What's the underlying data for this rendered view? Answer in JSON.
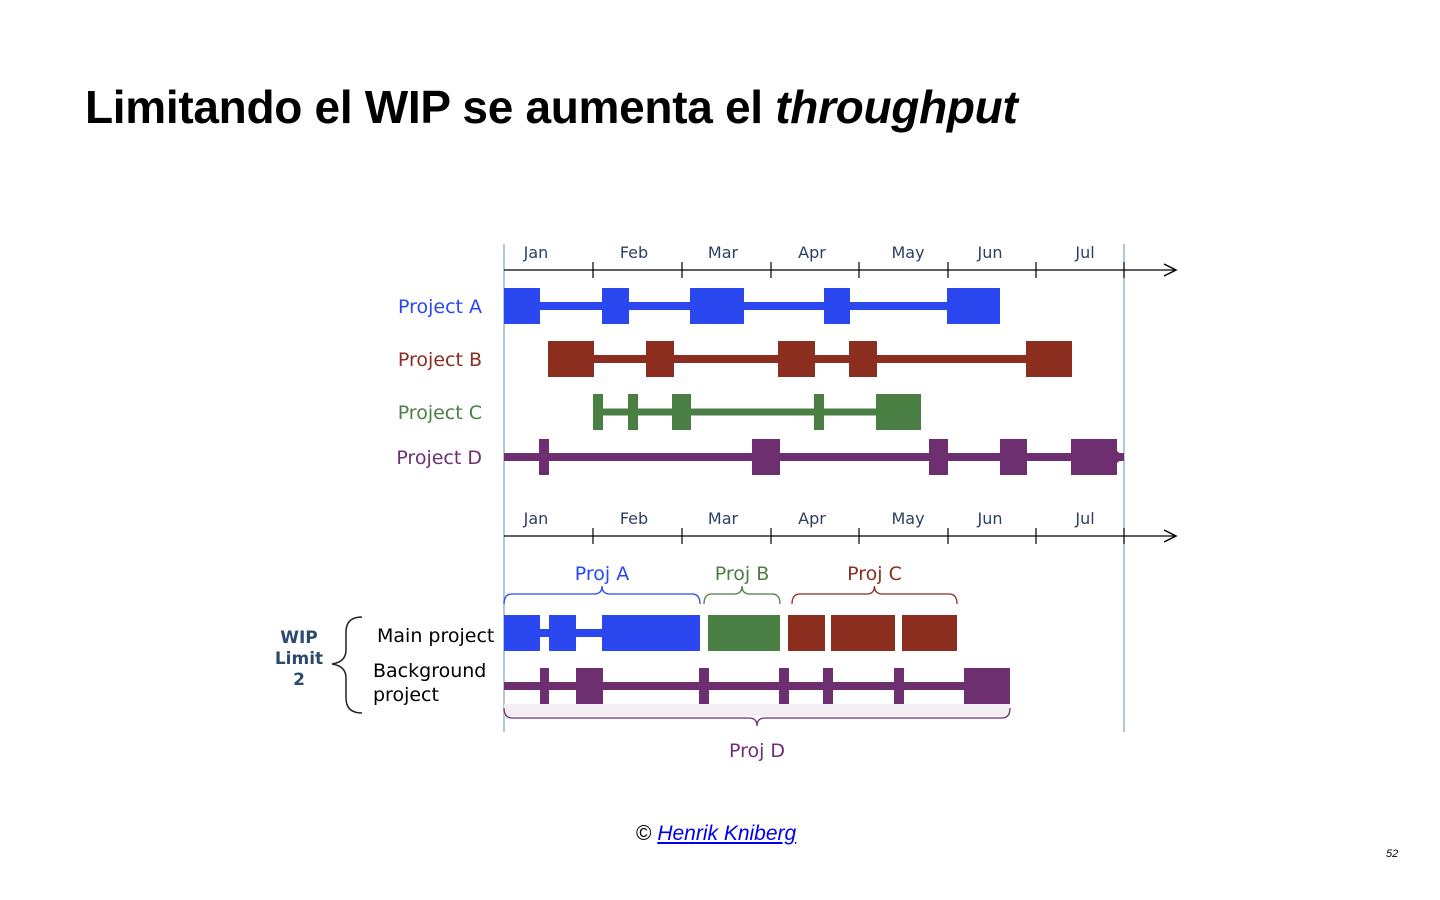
{
  "title": {
    "main": "Limitando el WIP se aumenta el ",
    "emphasis": "throughput"
  },
  "colors": {
    "project_a": "#2a47f0",
    "project_b": "#8b2e20",
    "project_c": "#4a7f44",
    "project_d": "#6e2f70",
    "axis": "#000000",
    "month_label": "#2c3f63",
    "wip_label": "#2c4a6e",
    "guide_line": "#7aa3c4"
  },
  "months": [
    "Jan",
    "Feb",
    "Mar",
    "Apr",
    "May",
    "Jun",
    "Jul"
  ],
  "top_timeline": {
    "projects": [
      {
        "label": "Project A",
        "color_key": "project_a"
      },
      {
        "label": "Project B",
        "color_key": "project_b"
      },
      {
        "label": "Project C",
        "color_key": "project_c"
      },
      {
        "label": "Project D",
        "color_key": "project_d"
      }
    ]
  },
  "bottom_timeline": {
    "wip_label": [
      "WIP",
      "Limit",
      "2"
    ],
    "row_labels": {
      "main": "Main project",
      "background": [
        "Background",
        "project"
      ]
    },
    "braces": [
      {
        "label": "Proj A",
        "color_key": "project_a"
      },
      {
        "label": "Proj B",
        "color_key": "project_c"
      },
      {
        "label": "Proj C",
        "color_key": "project_b"
      },
      {
        "label": "Proj D",
        "color_key": "project_d"
      }
    ]
  },
  "credit": {
    "prefix": "© ",
    "author": "Henrik Kniberg"
  },
  "page_number": "52"
}
